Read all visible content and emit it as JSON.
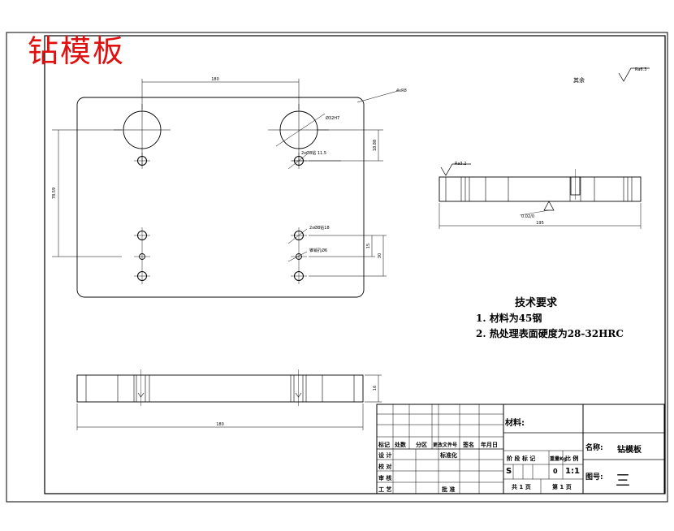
{
  "title": "钻模板",
  "remaining_surface": "其余",
  "roughness_top_right": "Ra6.3",
  "roughness_side": "Ra3.2",
  "callouts": {
    "corner": "4xR8",
    "big_hole": "Ø32H7",
    "bolt_hole": "2xØ8钻 11.5",
    "pin_hole": "2xØ8钻18",
    "pin_hole2": "锥销孔Ø6",
    "datum": "0.02/0"
  },
  "dims": {
    "top_width": "180",
    "left_height": "78.59",
    "right_upper": "18.88",
    "right_low1": "15",
    "right_low2": "30",
    "side_length": "195",
    "bottom_length": "180",
    "bottom_thick": "16"
  },
  "tech": {
    "title": "技术要求",
    "line1": "1. 材料为45钢",
    "line2": "2. 热处理表面硬度为28-32HRC"
  },
  "titleblock": {
    "material_label": "材料:",
    "name_label": "名称:",
    "name_value": "钻模板",
    "drawing_no_label": "图号:",
    "drawing_no_value": "三",
    "row_headers": [
      "标记",
      "处数",
      "分区",
      "更改文件号",
      "签名",
      "年月日"
    ],
    "designer": "设 计",
    "standardize": "标准化",
    "checker": "校 对",
    "reviewer": "审 核",
    "process": "工 艺",
    "approve": "批 准",
    "stage_header": "阶 段 标 记",
    "weight_header": "重量Kg",
    "scale_header": "比 例",
    "stage_value": "S",
    "weight_value": "0",
    "scale_value": "1:1",
    "sheets_total": "共 1 页",
    "sheet_no": "第 1 页"
  }
}
